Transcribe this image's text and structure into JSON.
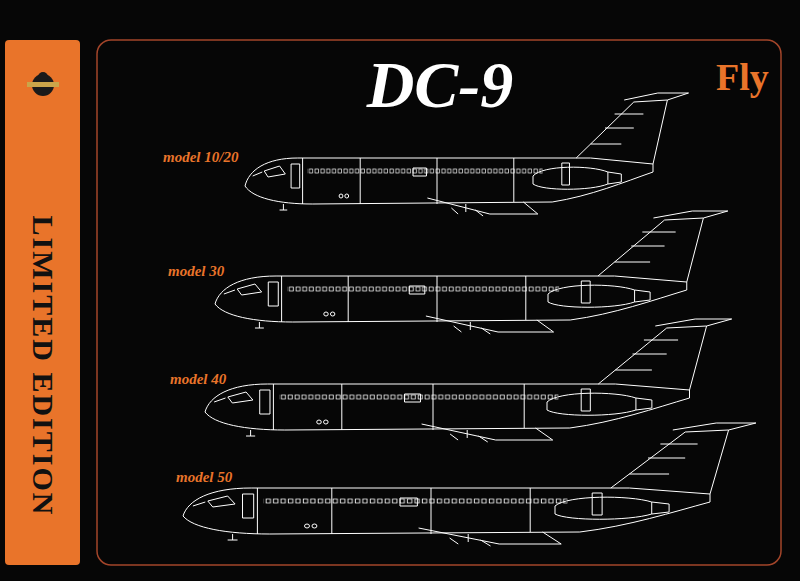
{
  "diagram": {
    "title": "DC-9",
    "nodes": [
      {
        "text": [
          "LIMITED EDITION"
        ]
      }
    ],
    "labels": [
      "Fly",
      "model 10/20",
      "model 30",
      "model 40",
      "model 50"
    ]
  }
}
